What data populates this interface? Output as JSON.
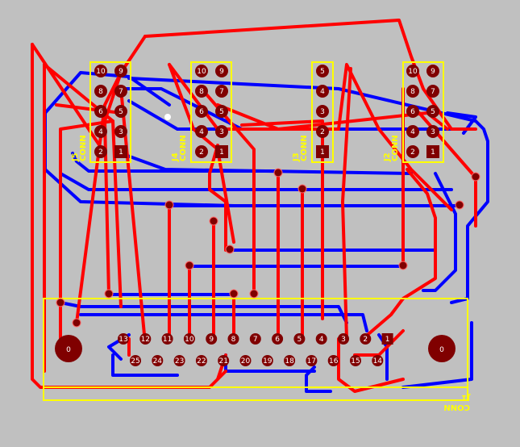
{
  "colors": {
    "background": "#c0c0c0",
    "top_trace": "#ff0000",
    "bottom_trace": "#0000ff",
    "silkscreen": "#ffff00",
    "pad": "#800000",
    "pad_text": "#ffffff"
  },
  "components": {
    "j5": {
      "ref": "J5",
      "type": "CONN",
      "pads": [
        "10",
        "9",
        "8",
        "7",
        "6",
        "5",
        "4",
        "3",
        "2",
        "1"
      ]
    },
    "j4": {
      "ref": "J4",
      "type": "CONN",
      "pads": [
        "10",
        "9",
        "8",
        "7",
        "6",
        "5",
        "4",
        "3",
        "2",
        "1"
      ]
    },
    "j3": {
      "ref": "J3",
      "type": "CONN",
      "pads": [
        "5",
        "4",
        "3",
        "2",
        "1"
      ]
    },
    "j2": {
      "ref": "J2",
      "type": "CONN",
      "pads": [
        "10",
        "9",
        "8",
        "7",
        "6",
        "5",
        "4",
        "3",
        "2",
        "1"
      ]
    },
    "j1": {
      "ref": "J1",
      "type": "CONN",
      "top_row": [
        "13",
        "12",
        "11",
        "10",
        "9",
        "8",
        "7",
        "6",
        "5",
        "4",
        "3",
        "2",
        "1"
      ],
      "bottom_row": [
        "25",
        "24",
        "23",
        "22",
        "21",
        "20",
        "19",
        "18",
        "17",
        "16",
        "15",
        "14"
      ],
      "mount_holes": [
        "0",
        "0"
      ]
    }
  }
}
